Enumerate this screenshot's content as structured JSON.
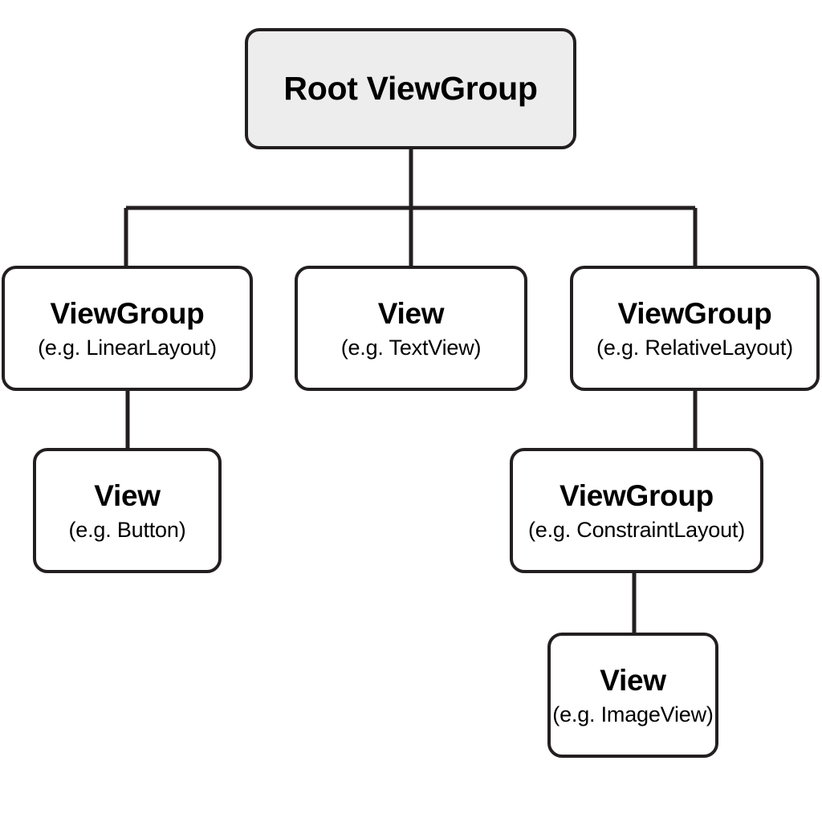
{
  "diagram": {
    "kind": "android-view-hierarchy-tree",
    "background_color": "#ffffff",
    "line_color": "#231f20",
    "root_fill_color": "#ededed",
    "node_fill_color": "#ffffff",
    "nodes": [
      {
        "id": "root",
        "title": "Root ViewGroup",
        "subtitle": "",
        "level": 0
      },
      {
        "id": "viewgroup-linearlayout",
        "title": "ViewGroup",
        "subtitle": "(e.g. LinearLayout)",
        "level": 1
      },
      {
        "id": "view-textview",
        "title": "View",
        "subtitle": "(e.g. TextView)",
        "level": 1
      },
      {
        "id": "viewgroup-relativelayout",
        "title": "ViewGroup",
        "subtitle": "(e.g. RelativeLayout)",
        "level": 1
      },
      {
        "id": "view-button",
        "title": "View",
        "subtitle": "(e.g. Button)",
        "level": 2
      },
      {
        "id": "viewgroup-constraintlayout",
        "title": "ViewGroup",
        "subtitle": "(e.g. ConstraintLayout)",
        "level": 2
      },
      {
        "id": "view-imageview",
        "title": "View",
        "subtitle": "(e.g. ImageView)",
        "level": 3
      }
    ],
    "edges": [
      {
        "from": "root",
        "to": "viewgroup-linearlayout"
      },
      {
        "from": "root",
        "to": "view-textview"
      },
      {
        "from": "root",
        "to": "viewgroup-relativelayout"
      },
      {
        "from": "viewgroup-linearlayout",
        "to": "view-button"
      },
      {
        "from": "viewgroup-relativelayout",
        "to": "viewgroup-constraintlayout"
      },
      {
        "from": "viewgroup-constraintlayout",
        "to": "view-imageview"
      }
    ]
  }
}
